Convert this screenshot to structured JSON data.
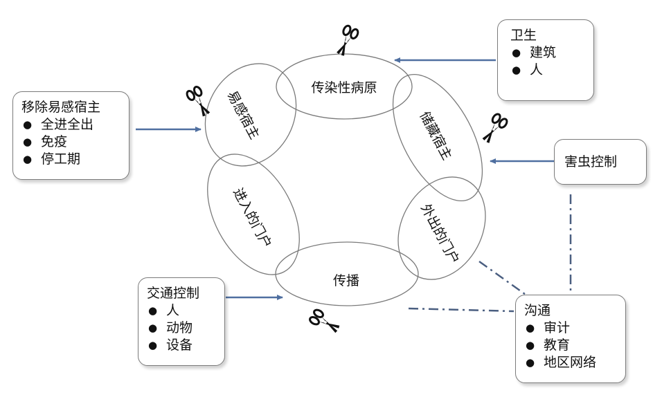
{
  "cycle": {
    "pathogen": "传染性病原",
    "reservoir": "储藏宿主",
    "exit_portal": "外出的门户",
    "transmission": "传播",
    "entry_portal": "进入的门户",
    "susceptible_host": "易感宿主"
  },
  "boxes": {
    "hygiene": {
      "title": "卫生",
      "items": [
        "建筑",
        "人"
      ]
    },
    "remove_host": {
      "title": "移除易感宿主",
      "items": [
        "全进全出",
        "免疫",
        "停工期"
      ]
    },
    "pest_control": {
      "title": "害虫控制"
    },
    "traffic_control": {
      "title": "交通控制",
      "items": [
        "人",
        "动物",
        "设备"
      ]
    },
    "communication": {
      "title": "沟通",
      "items": [
        "审计",
        "教育",
        "地区网络"
      ]
    }
  },
  "icons": [
    "scissors-icon"
  ],
  "colors": {
    "arrow": "#4f6fa0",
    "ellipse_stroke": "#7a7a7a",
    "dashed_line": "#4a5e80"
  }
}
